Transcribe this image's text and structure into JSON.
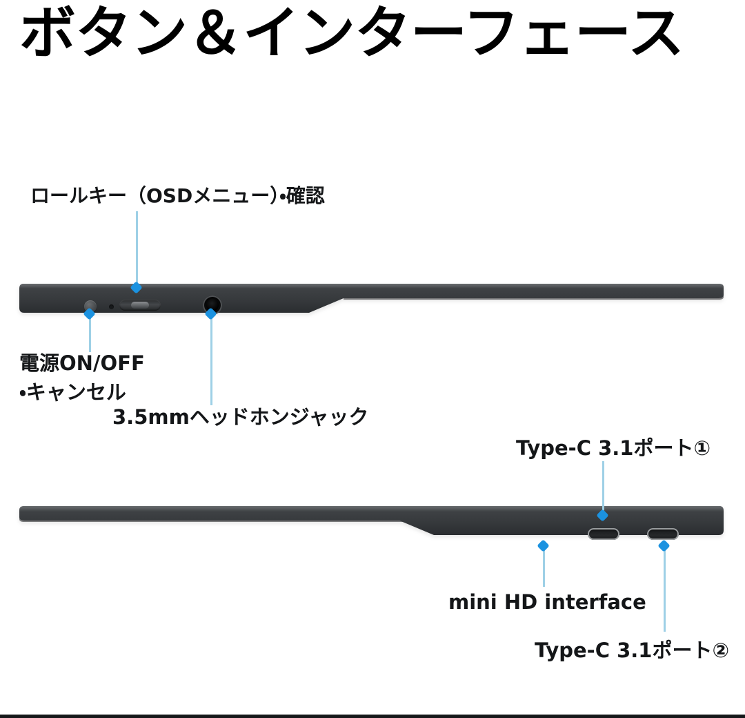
{
  "title": "ボタン＆インターフェース",
  "labels": {
    "roll_key": "ロールキー（OSDメニュー）・確認",
    "power": "電源ON/OFF\n・キャンセル",
    "headphone_jack": "3.5mmヘッドホンジャック",
    "type_c_1": "Type-C 3.1ポート①",
    "mini_hd": "mini HD interface",
    "type_c_2": "Type-C 3.1ポート②"
  },
  "colors": {
    "background": "#ffffff",
    "text": "#141618",
    "device_body": "#3b3e41",
    "leader_line": "#9ed0e6",
    "leader_dot": "#1b92e0"
  },
  "devices": {
    "top": {
      "name": "top-edge-view",
      "controls": [
        {
          "name": "power-button",
          "type": "round-button"
        },
        {
          "name": "led-indicator",
          "type": "dot"
        },
        {
          "name": "roll-key",
          "type": "slider"
        },
        {
          "name": "headphone-jack",
          "type": "round-port"
        }
      ]
    },
    "bottom": {
      "name": "bottom-edge-view",
      "controls": [
        {
          "name": "usb-c-port-1",
          "type": "oval-port"
        },
        {
          "name": "usb-c-port-2",
          "type": "oval-port"
        }
      ]
    }
  }
}
